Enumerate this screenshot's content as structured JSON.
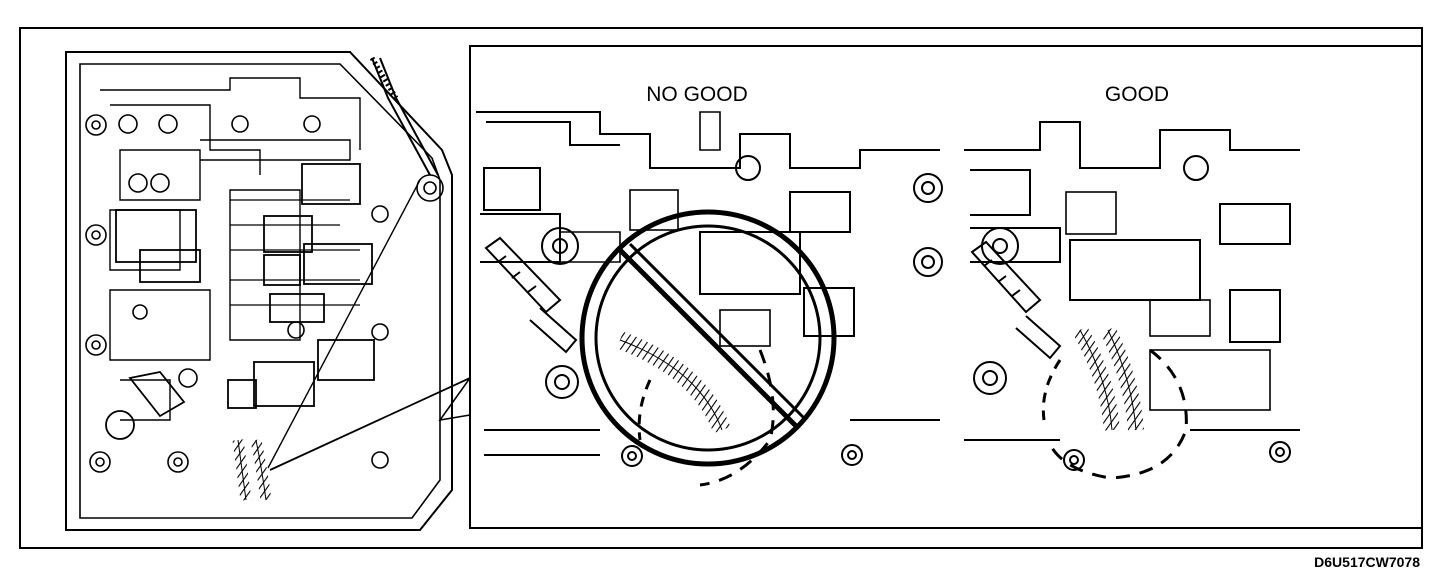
{
  "diagram": {
    "labels": {
      "no_good": "NO GOOD",
      "good": "GOOD",
      "figure_code": "D6U517CW7078"
    },
    "colors": {
      "ink": "#000000",
      "paper": "#ffffff"
    },
    "icons": [
      "no-symbol-icon"
    ]
  }
}
